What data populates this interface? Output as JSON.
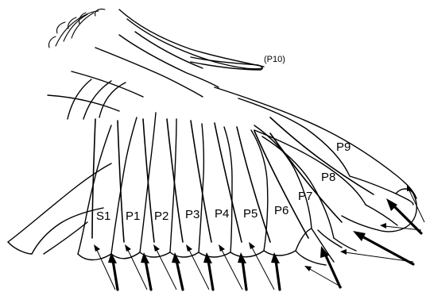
{
  "diagram": {
    "feathers": [
      {
        "label": "S1"
      },
      {
        "label": "P1"
      },
      {
        "label": "P2"
      },
      {
        "label": "P3"
      },
      {
        "label": "P4"
      },
      {
        "label": "P5"
      },
      {
        "label": "P6"
      },
      {
        "label": "P7"
      },
      {
        "label": "P8"
      },
      {
        "label": "P9"
      },
      {
        "label": "(P10)"
      }
    ]
  }
}
